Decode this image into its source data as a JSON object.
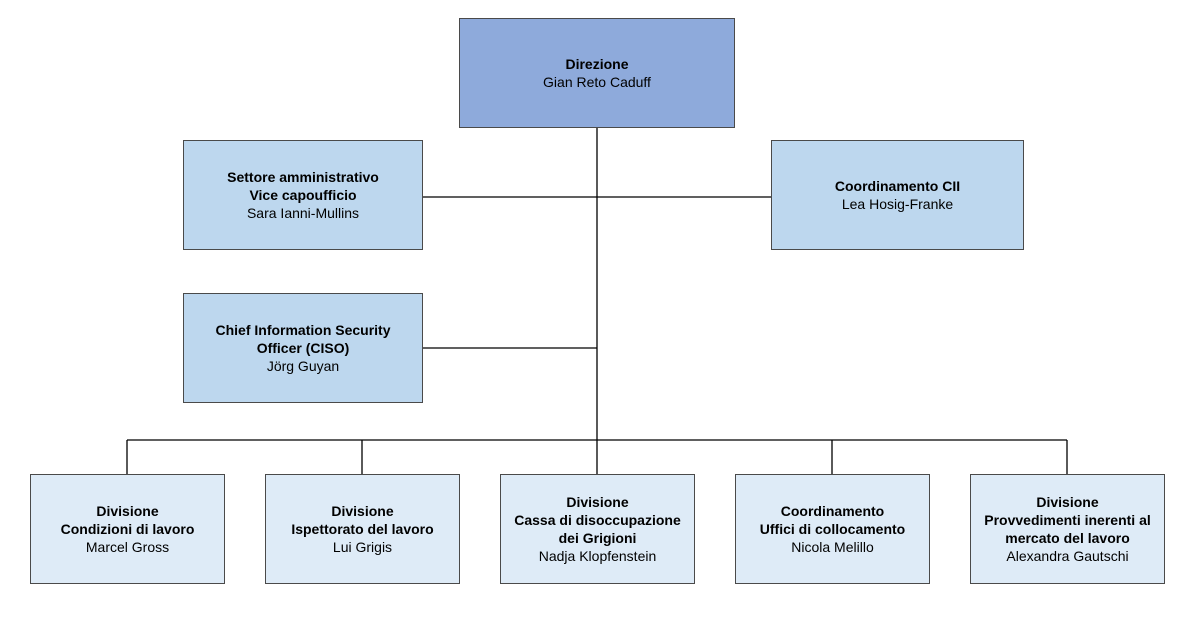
{
  "colors": {
    "top_fill": "#8eaadb",
    "staff_fill": "#bdd7ee",
    "division_fill": "#deebf7",
    "border": "#4a4a4a",
    "connector": "#000000"
  },
  "direzione": {
    "title": "Direzione",
    "person": "Gian Reto Caduff"
  },
  "staff": {
    "amministrativo": {
      "title1": "Settore amministrativo",
      "title2": "Vice capoufficio",
      "person": "Sara Ianni-Mullins"
    },
    "coordinamento_cii": {
      "title": "Coordinamento CII",
      "person": "Lea Hosig-Franke"
    },
    "ciso": {
      "title1": "Chief Information Security",
      "title2": "Officer (CISO)",
      "person": "Jörg Guyan"
    }
  },
  "divisions": [
    {
      "title1": "Divisione",
      "title2": "Condizioni di lavoro",
      "person": "Marcel Gross"
    },
    {
      "title1": "Divisione",
      "title2": "Ispettorato del lavoro",
      "person": "Lui Grigis"
    },
    {
      "title1": "Divisione",
      "title2": "Cassa di disoccupazione",
      "title3": "dei Grigioni",
      "person": "Nadja Klopfenstein"
    },
    {
      "title1": "Coordinamento",
      "title2": "Uffici di collocamento",
      "person": "Nicola Melillo"
    },
    {
      "title1": "Divisione",
      "title2": "Provvedimenti inerenti al",
      "title3": "mercato del lavoro",
      "person": "Alexandra Gautschi"
    }
  ]
}
